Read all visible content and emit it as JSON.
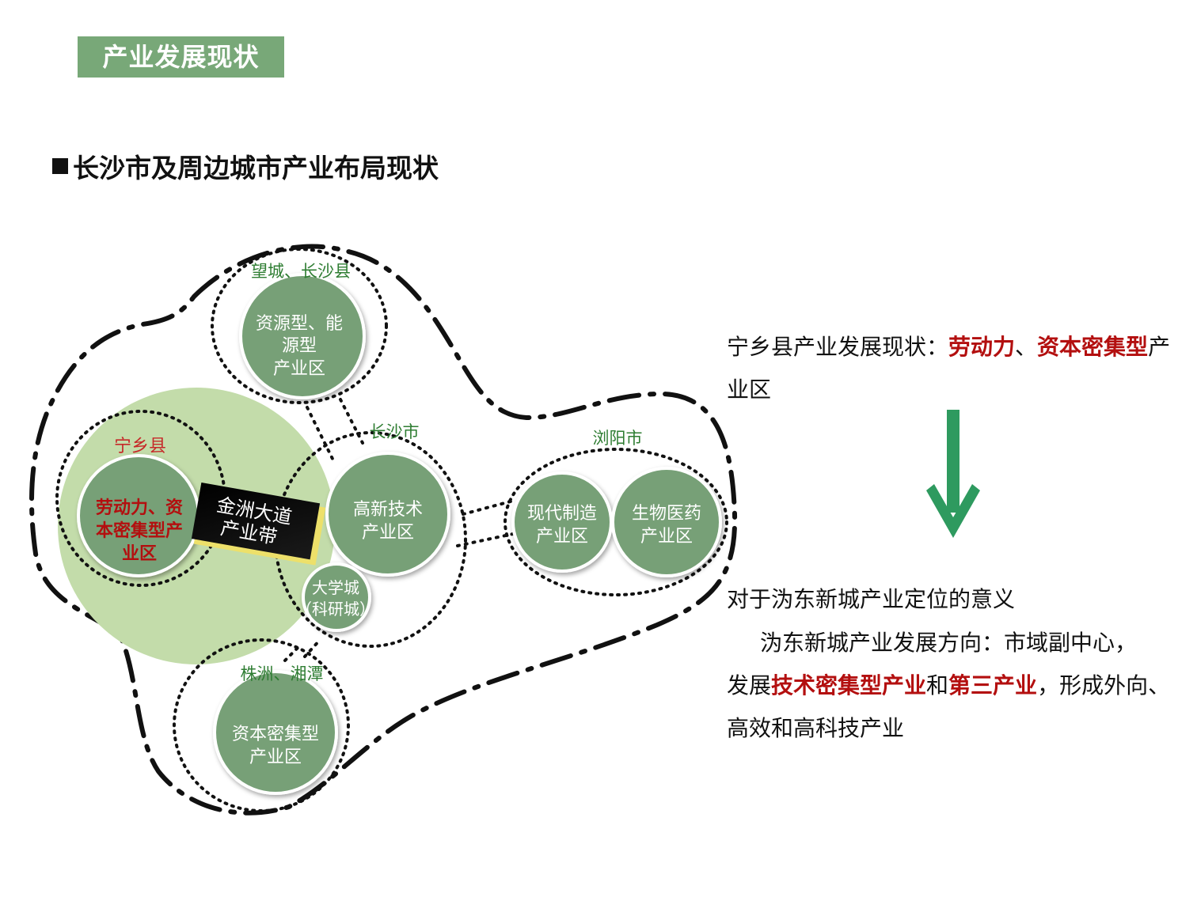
{
  "section_tag": "产业发展现状",
  "heading": "长沙市及周边城市产业布局现状",
  "diagram": {
    "band": {
      "line1": "金洲大道",
      "line2": "产业带"
    },
    "groups": {
      "wangcheng": {
        "label": "望城、长沙县",
        "circle": [
          "资源型、能",
          "源型",
          "产业区"
        ]
      },
      "ningxiang": {
        "label": "宁乡县",
        "circle": [
          "劳动力、资",
          "本密集型产",
          "业区"
        ]
      },
      "changsha": {
        "label": "长沙市",
        "circle": [
          "高新技术",
          "产业区"
        ]
      },
      "university": {
        "circle": [
          "大学城",
          "（科研城）"
        ]
      },
      "liuyang": {
        "label": "浏阳市",
        "circle_a": [
          "现代制造",
          "产业区"
        ],
        "circle_b": [
          "生物医药",
          "产业区"
        ]
      },
      "zhuzhou": {
        "label": "株洲、湘潭",
        "circle": [
          "资本密集型",
          "产业区"
        ]
      }
    }
  },
  "right": {
    "p1": {
      "prefix": "宁乡县产业发展现状：",
      "red1": "劳动力",
      "sep": "、",
      "red2": "资本密集型",
      "suffix": "产业区"
    },
    "meaning_title": "对于沩东新城产业定位的意义",
    "p2": {
      "line1": "沩东新城产业发展方向：市域副中心，",
      "pre": "发展",
      "red1": "技术密集型产业",
      "mid": "和",
      "red2": "第三产业",
      "post": "，形成外向、高效和高科技产业"
    }
  },
  "colors": {
    "tag_bg": "#78a878",
    "circle_fill": "#77a077",
    "big_circle": "#c3dcaa",
    "label_green": "#2e7d32",
    "accent_red": "#b30f0f",
    "arrow": "#2e9a5f"
  }
}
